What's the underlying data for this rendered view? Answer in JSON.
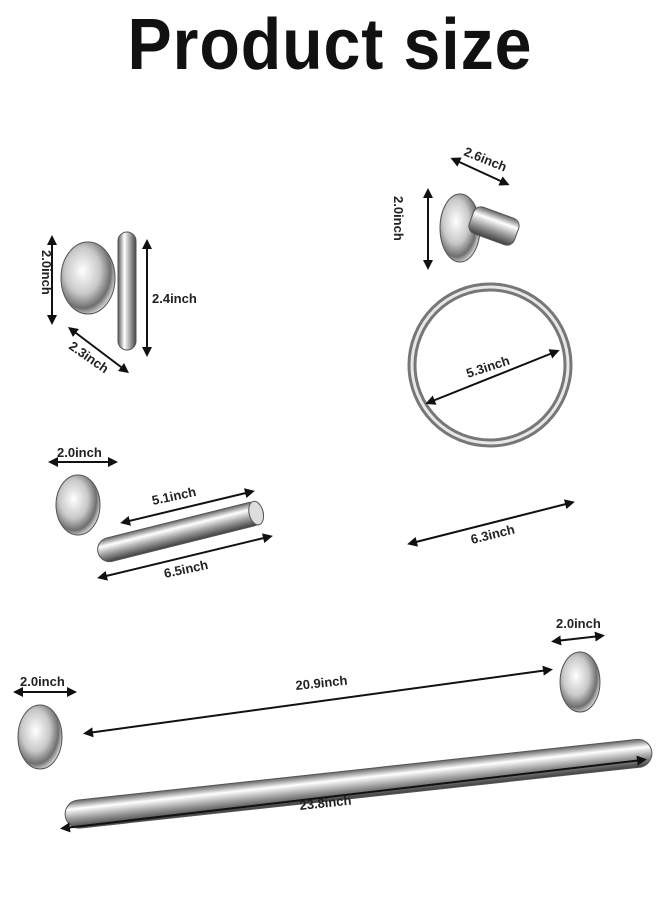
{
  "title": "Product size",
  "robe_hook": {
    "height": "2.0inch",
    "length": "2.4inch",
    "depth": "2.3inch"
  },
  "towel_ring": {
    "base_height": "2.0inch",
    "base_depth": "2.6inch",
    "ring_diameter": "5.3inch",
    "total_width": "6.3inch"
  },
  "paper_holder": {
    "base": "2.0inch",
    "rod": "5.1inch",
    "total": "6.5inch"
  },
  "towel_bar": {
    "left_base": "2.0inch",
    "right_base": "2.0inch",
    "inner": "20.9inch",
    "total": "23.8inch"
  }
}
